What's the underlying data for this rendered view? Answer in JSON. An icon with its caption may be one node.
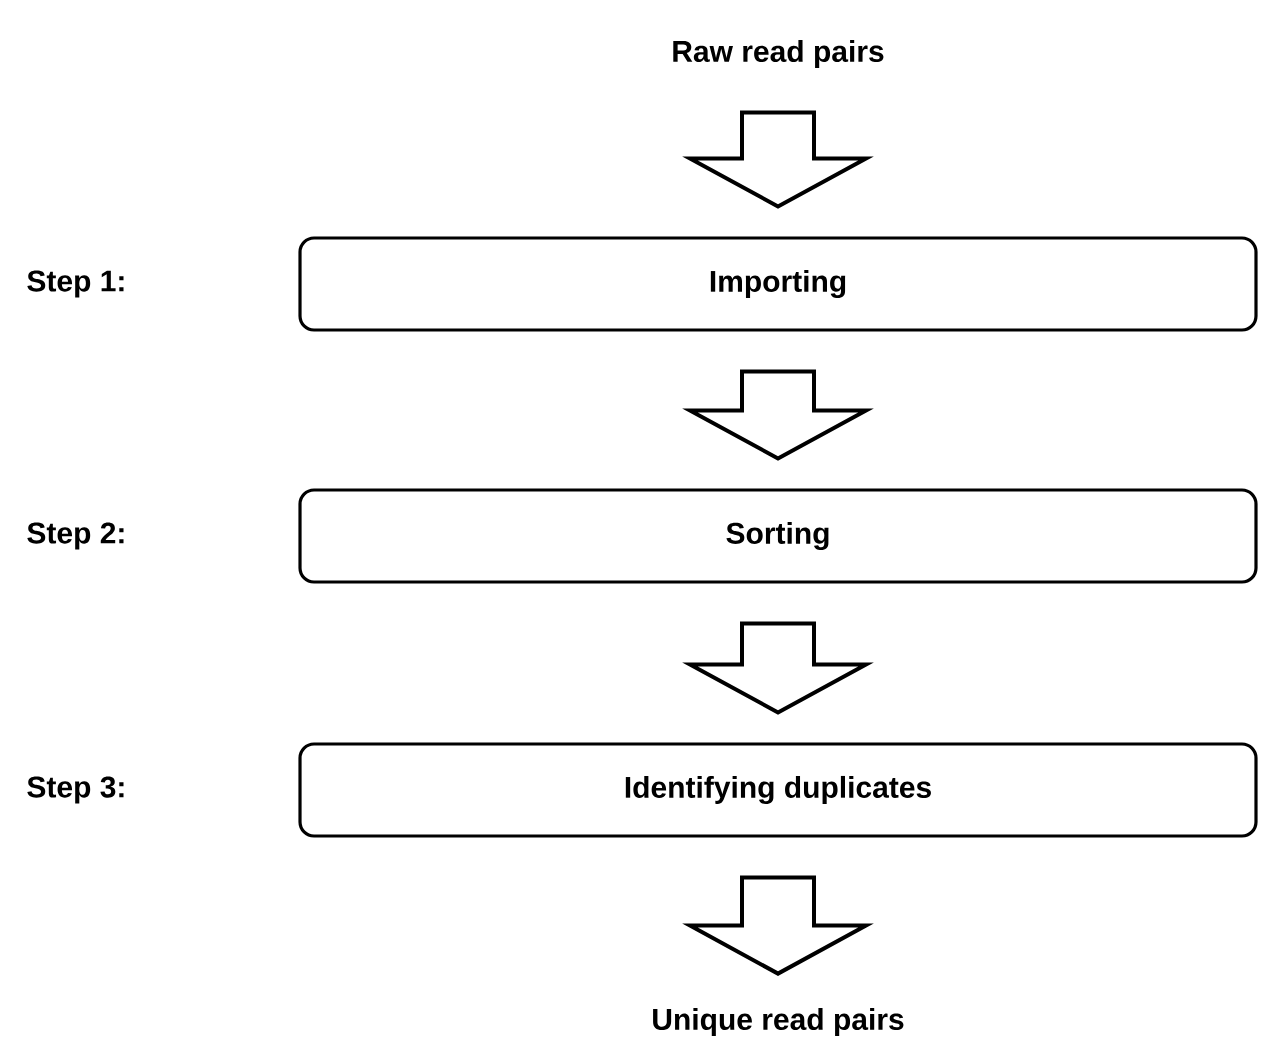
{
  "diagram": {
    "nodes": [
      {
        "text": [
          "Raw read pairs"
        ]
      },
      {
        "text": [
          "Importing"
        ]
      },
      {
        "text": [
          "Sorting"
        ]
      },
      {
        "text": [
          "Identifying duplicates"
        ]
      },
      {
        "text": [
          "Unique read pairs"
        ]
      }
    ],
    "edges": [
      {
        "from": 0,
        "to": 1,
        "arrow": "to"
      },
      {
        "from": 1,
        "to": 2,
        "arrow": "to"
      },
      {
        "from": 2,
        "to": 3,
        "arrow": "to"
      },
      {
        "from": 3,
        "to": 4,
        "arrow": "to"
      }
    ],
    "labels": [
      "Step 1:",
      "Step 2:",
      "Step 3:"
    ]
  }
}
